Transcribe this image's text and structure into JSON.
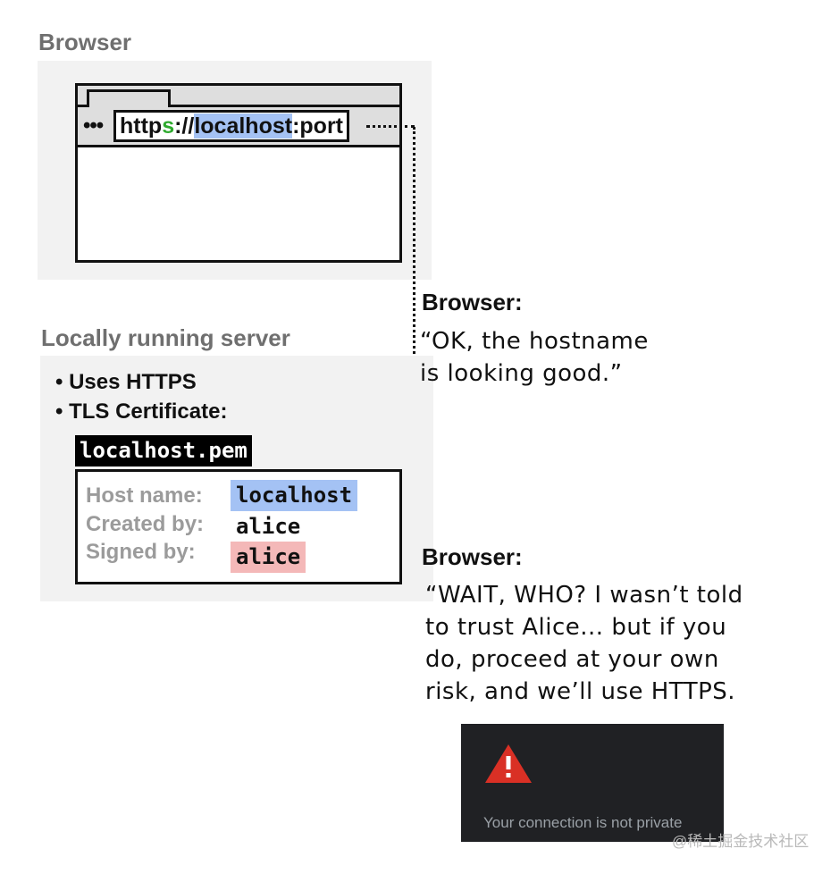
{
  "browser_section": {
    "title": "Browser",
    "menu_glyph": "•••",
    "url": {
      "prefix": "http",
      "secure_char": "s",
      "separator": "://",
      "host": "localhost",
      "suffix": ":port"
    }
  },
  "server_section": {
    "title": "Locally running server",
    "bullets": [
      "• Uses HTTPS",
      "• TLS Certificate:"
    ],
    "cert_file": "localhost.pem",
    "cert_fields": [
      {
        "key": "Host name:",
        "value": "localhost",
        "highlight": "blue"
      },
      {
        "key": "Created by:",
        "value": "alice",
        "highlight": "none"
      },
      {
        "key": "Signed by:",
        "value": "alice",
        "highlight": "pink"
      }
    ]
  },
  "browser_reaction_1": {
    "speaker": "Browser:",
    "lines": [
      "“OK, the hostname",
      "is looking good.”"
    ]
  },
  "browser_reaction_2": {
    "speaker": "Browser:",
    "lines": [
      "“WAIT, WHO? I wasn’t told",
      "to trust Alice... but if you",
      "do, proceed at your own",
      "risk, and we’ll use HTTPS."
    ]
  },
  "warning": {
    "icon": "warning-triangle-icon",
    "message": "Your connection is not private"
  },
  "watermark": "@稀土掘金技术社区",
  "colors": {
    "section_title": "#6f6f6f",
    "panel_bg": "#f2f2f2",
    "highlight_blue": "#a4c2f4",
    "highlight_pink": "#f4b8b8",
    "https_green": "#2eaa2e",
    "warning_bg": "#202124",
    "warning_red": "#d93025"
  }
}
